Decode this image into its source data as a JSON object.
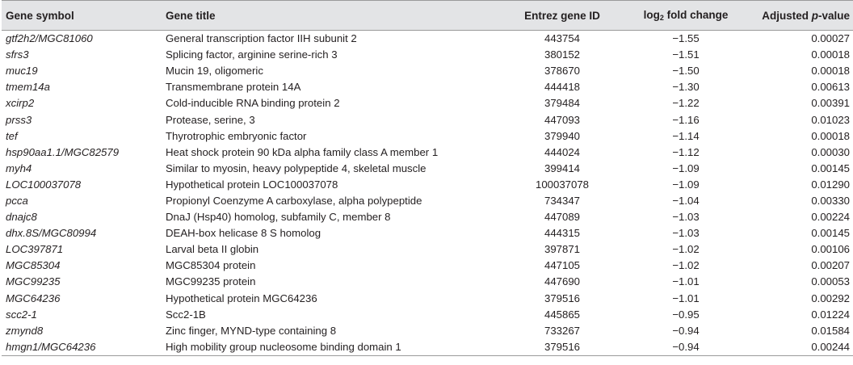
{
  "table": {
    "headers": {
      "gene_symbol": "Gene symbol",
      "gene_title": "Gene title",
      "entrez_id": "Entrez gene ID",
      "fold_change_prefix": "log",
      "fold_change_sub": "2",
      "fold_change_suffix": " fold change",
      "pvalue_prefix": "Adjusted ",
      "pvalue_italic": "p",
      "pvalue_suffix": "-value"
    },
    "rows": [
      {
        "symbol": "gtf2h2/MGC81060",
        "title": "General transcription factor IIH subunit 2",
        "entrez": "443754",
        "fc": "−1.55",
        "p": "0.00027"
      },
      {
        "symbol": "sfrs3",
        "title": "Splicing factor, arginine serine-rich 3",
        "entrez": "380152",
        "fc": "−1.51",
        "p": "0.00018"
      },
      {
        "symbol": "muc19",
        "title": "Mucin 19, oligomeric",
        "entrez": "378670",
        "fc": "−1.50",
        "p": "0.00018"
      },
      {
        "symbol": "tmem14a",
        "title": "Transmembrane protein 14A",
        "entrez": "444418",
        "fc": "−1.30",
        "p": "0.00613"
      },
      {
        "symbol": "xcirp2",
        "title": "Cold-inducible RNA binding protein 2",
        "entrez": "379484",
        "fc": "−1.22",
        "p": "0.00391"
      },
      {
        "symbol": "prss3",
        "title": "Protease, serine, 3",
        "entrez": "447093",
        "fc": "−1.16",
        "p": "0.01023"
      },
      {
        "symbol": "tef",
        "title": "Thyrotrophic embryonic factor",
        "entrez": "379940",
        "fc": "−1.14",
        "p": "0.00018"
      },
      {
        "symbol": "hsp90aa1.1/MGC82579",
        "title": "Heat shock protein 90 kDa alpha family class A member 1",
        "entrez": "444024",
        "fc": "−1.12",
        "p": "0.00030"
      },
      {
        "symbol": "myh4",
        "title": "Similar to myosin, heavy polypeptide 4, skeletal muscle",
        "entrez": "399414",
        "fc": "−1.09",
        "p": "0.00145"
      },
      {
        "symbol": "LOC100037078",
        "title": "Hypothetical protein LOC100037078",
        "entrez": "100037078",
        "fc": "−1.09",
        "p": "0.01290"
      },
      {
        "symbol": "pcca",
        "title": "Propionyl Coenzyme A carboxylase, alpha polypeptide",
        "entrez": "734347",
        "fc": "−1.04",
        "p": "0.00330"
      },
      {
        "symbol": "dnajc8",
        "title": "DnaJ (Hsp40) homolog, subfamily C, member 8",
        "entrez": "447089",
        "fc": "−1.03",
        "p": "0.00224"
      },
      {
        "symbol": "dhx.8S/MGC80994",
        "title": "DEAH-box helicase 8 S homolog",
        "entrez": "444315",
        "fc": "−1.03",
        "p": "0.00145"
      },
      {
        "symbol": "LOC397871",
        "title": "Larval beta II globin",
        "entrez": "397871",
        "fc": "−1.02",
        "p": "0.00106"
      },
      {
        "symbol": "MGC85304",
        "title": "MGC85304 protein",
        "entrez": "447105",
        "fc": "−1.02",
        "p": "0.00207"
      },
      {
        "symbol": "MGC99235",
        "title": "MGC99235 protein",
        "entrez": "447690",
        "fc": "−1.01",
        "p": "0.00053"
      },
      {
        "symbol": "MGC64236",
        "title": "Hypothetical protein MGC64236",
        "entrez": "379516",
        "fc": "−1.01",
        "p": "0.00292"
      },
      {
        "symbol": "scc2-1",
        "title": "Scc2-1B",
        "entrez": "445865",
        "fc": "−0.95",
        "p": "0.01224"
      },
      {
        "symbol": "zmynd8",
        "title": "Zinc finger, MYND-type containing 8",
        "entrez": "733267",
        "fc": "−0.94",
        "p": "0.01584"
      },
      {
        "symbol": "hmgn1/MGC64236",
        "title": "High mobility group nucleosome binding domain 1",
        "entrez": "379516",
        "fc": "−0.94",
        "p": "0.00244"
      }
    ]
  }
}
